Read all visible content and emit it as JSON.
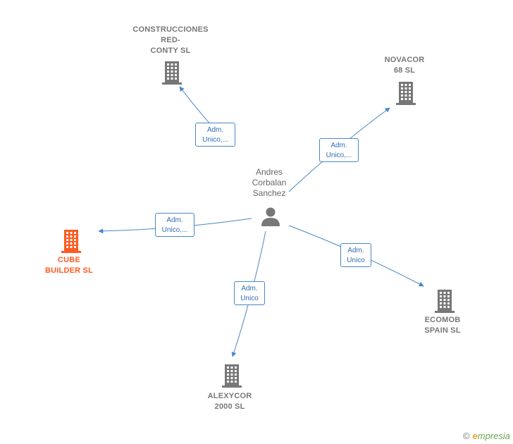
{
  "center": {
    "name_lines": [
      "Andres",
      "Corbalan",
      "Sanchez"
    ]
  },
  "companies": [
    {
      "id": "construcciones",
      "lines": [
        "CONSTRUCCIONES",
        "RED-",
        "CONTY SL"
      ],
      "main": false
    },
    {
      "id": "novacor",
      "lines": [
        "NOVACOR",
        "68  SL"
      ],
      "main": false
    },
    {
      "id": "cube",
      "lines": [
        "CUBE",
        "BUILDER  SL"
      ],
      "main": true
    },
    {
      "id": "ecomob",
      "lines": [
        "ECOMOB",
        "SPAIN  SL"
      ],
      "main": false
    },
    {
      "id": "alexycor",
      "lines": [
        "ALEXYCOR",
        "2000  SL"
      ],
      "main": false
    }
  ],
  "relations": [
    {
      "target": "construcciones",
      "lines": [
        "Adm.",
        "Unico,..."
      ]
    },
    {
      "target": "novacor",
      "lines": [
        "Adm.",
        "Unico,..."
      ]
    },
    {
      "target": "cube",
      "lines": [
        "Adm.",
        "Unico,..."
      ]
    },
    {
      "target": "ecomob",
      "lines": [
        "Adm.",
        "Unico"
      ]
    },
    {
      "target": "alexycor",
      "lines": [
        "Adm.",
        "Unico"
      ]
    }
  ],
  "colors": {
    "company": "#777777",
    "main_company": "#ff5a1f",
    "edge": "#4a86c8",
    "person": "#777777"
  },
  "brand": {
    "copyright": "©",
    "e": "e",
    "rest": "mpresia"
  }
}
